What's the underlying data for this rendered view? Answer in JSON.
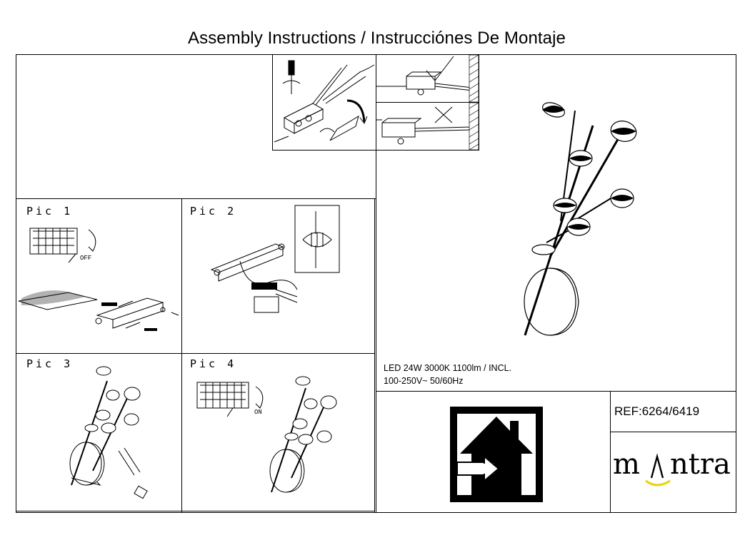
{
  "title": "Assembly Instructions / Instrucciónes De Montaje",
  "panels": {
    "pic1": {
      "label": "Pic 1",
      "off_text": "OFF"
    },
    "pic2": {
      "label": "Pic 2"
    },
    "pic3": {
      "label": "Pic 3"
    },
    "pic4": {
      "label": "Pic 4",
      "on_text": "ON"
    }
  },
  "specs": {
    "line1": "LED  24W 3000K 1100lm / INCL.",
    "line2": "100-250V~  50/60Hz"
  },
  "ref": "REF:6264/6419",
  "brand": {
    "prefix": "m",
    "suffix": "ntra",
    "accent_color": "#e8d400"
  }
}
